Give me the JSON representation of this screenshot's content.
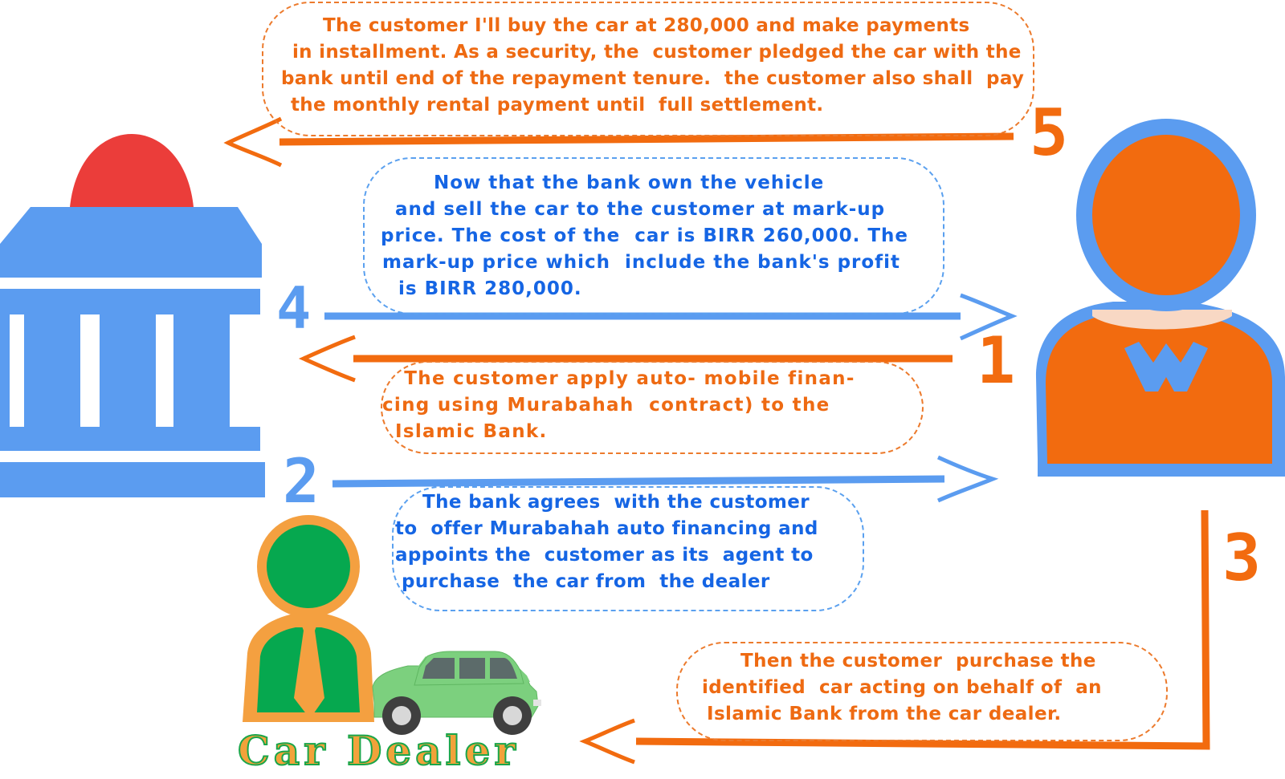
{
  "steps": [
    {
      "number": "1",
      "text": [
        " The customer apply auto- mobile finan-",
        "cing using Murabahah  contract) to the",
        "Islamic Bank."
      ]
    },
    {
      "number": "2",
      "text": [
        "The bank agrees  with the customer",
        "to  offer Murabahah auto financing and",
        "appoints the  customer as its  agent to",
        "purchase  the car from  the dealer"
      ]
    },
    {
      "number": "3",
      "text": [
        "Then the customer  purchase the",
        "identified  car acting on behalf of  an",
        "Islamic Bank from the car dealer."
      ]
    },
    {
      "number": "4",
      "text": [
        "Now that the bank own the vehicle",
        "and sell the car to the customer at mark-up",
        "price. The cost of the  car is BIRR 260,000. The",
        "mark-up price which  include the bank's profit",
        "is BIRR 280,000."
      ]
    },
    {
      "number": "5",
      "text": [
        "The customer I'll buy the car at 280,000 and make payments",
        "in installment. As a security, the  customer pledged the car with the",
        "bank until end of the repayment tenure.  the customer also shall  pay",
        "the monthly rental payment until  full settlement."
      ]
    }
  ],
  "dealer": {
    "label": "Car Dealer"
  },
  "colors": {
    "orange": "#f26b0f",
    "blue": "#5b9cf0",
    "red": "#eb3d3a",
    "green": "#06a84f",
    "dealer_orange": "#f4a040",
    "car_green": "#7cd07e"
  },
  "icons": [
    "bank-icon",
    "customer-icon",
    "car-dealer-icon",
    "car-icon"
  ]
}
